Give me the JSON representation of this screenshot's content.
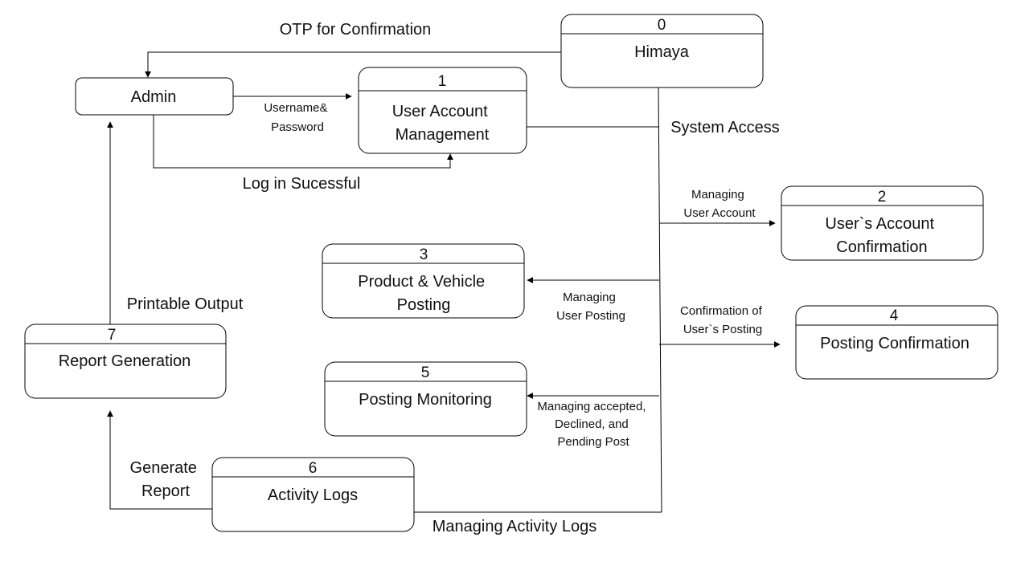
{
  "processes": {
    "p0": {
      "number": "0",
      "title": [
        "Himaya"
      ]
    },
    "admin": {
      "title": [
        "Admin"
      ]
    },
    "p1": {
      "number": "1",
      "title": [
        "User Account",
        "Management"
      ]
    },
    "p2": {
      "number": "2",
      "title": [
        "User`s Account",
        "Confirmation"
      ]
    },
    "p3": {
      "number": "3",
      "title": [
        "Product & Vehicle",
        "Posting"
      ]
    },
    "p4": {
      "number": "4",
      "title": [
        "Posting Confirmation"
      ]
    },
    "p5": {
      "number": "5",
      "title": [
        "Posting Monitoring"
      ]
    },
    "p6": {
      "number": "6",
      "title": [
        "Activity Logs"
      ]
    },
    "p7": {
      "number": "7",
      "title": [
        "Report Generation"
      ]
    }
  },
  "flows": {
    "otp": [
      "OTP for Confirmation"
    ],
    "credentials": [
      "Username&",
      "Password"
    ],
    "login": [
      "Log in Sucessful"
    ],
    "system_access": [
      "System Access"
    ],
    "manage_account": [
      "Managing",
      "User Account"
    ],
    "manage_posting": [
      "Managing",
      "User Posting"
    ],
    "confirm_posting": [
      "Confirmation of",
      "User`s Posting"
    ],
    "manage_posts": [
      "Managing accepted,",
      "Declined, and",
      "Pending Post"
    ],
    "printable": [
      "Printable Output"
    ],
    "generate": [
      "Generate",
      "Report"
    ],
    "activity": [
      "Managing Activity Logs"
    ]
  }
}
